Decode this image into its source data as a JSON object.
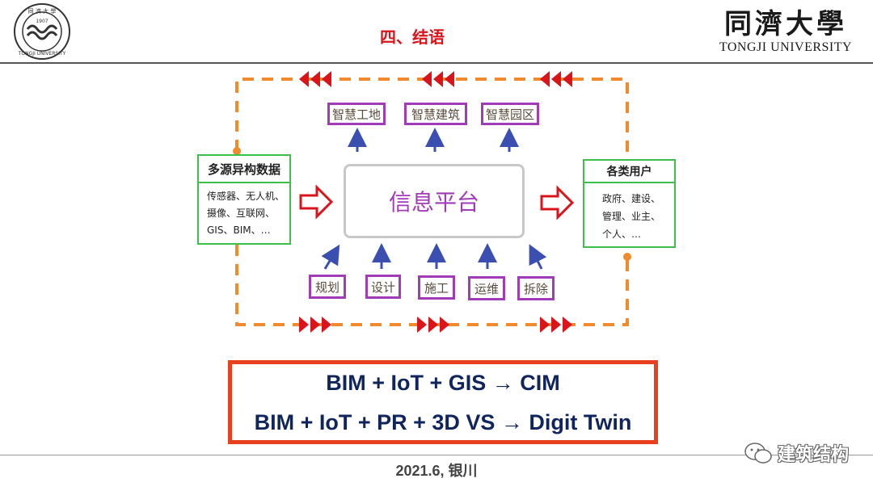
{
  "header": {
    "title": "四、结语",
    "brand_cn": "同濟大學",
    "brand_en": "TONGJI UNIVERSITY",
    "seal_text_top": "同 濟 大 學",
    "seal_year": "1907",
    "seal_text_bottom": "TONGJI UNIVERSITY"
  },
  "diagram": {
    "smart_apps": [
      "智慧工地",
      "智慧建筑",
      "智慧园区"
    ],
    "platform": "信息平台",
    "source": {
      "title": "多源异构数据",
      "lines": [
        "传感器、无人机、",
        "摄像、互联网、",
        "GIS、BIM、…"
      ]
    },
    "users": {
      "title": "各类用户",
      "lines": [
        "政府、建设、",
        "管理、业主、",
        "个人、…"
      ]
    },
    "stages": [
      "规划",
      "设计",
      "施工",
      "运维",
      "拆除"
    ],
    "colors": {
      "purple": "#a13bb8",
      "green": "#3cc04b",
      "orange_dash": "#f08a2c",
      "red_arrow": "#d9141b",
      "blue_arrow": "#3a4fb0"
    }
  },
  "equations": {
    "line1": "BIM + IoT + GIS →  CIM",
    "line2": "BIM + IoT + PR + 3D VS →  Digit Twin"
  },
  "footer": {
    "date": "2021.6, 银川",
    "watermark": "建筑结构"
  }
}
